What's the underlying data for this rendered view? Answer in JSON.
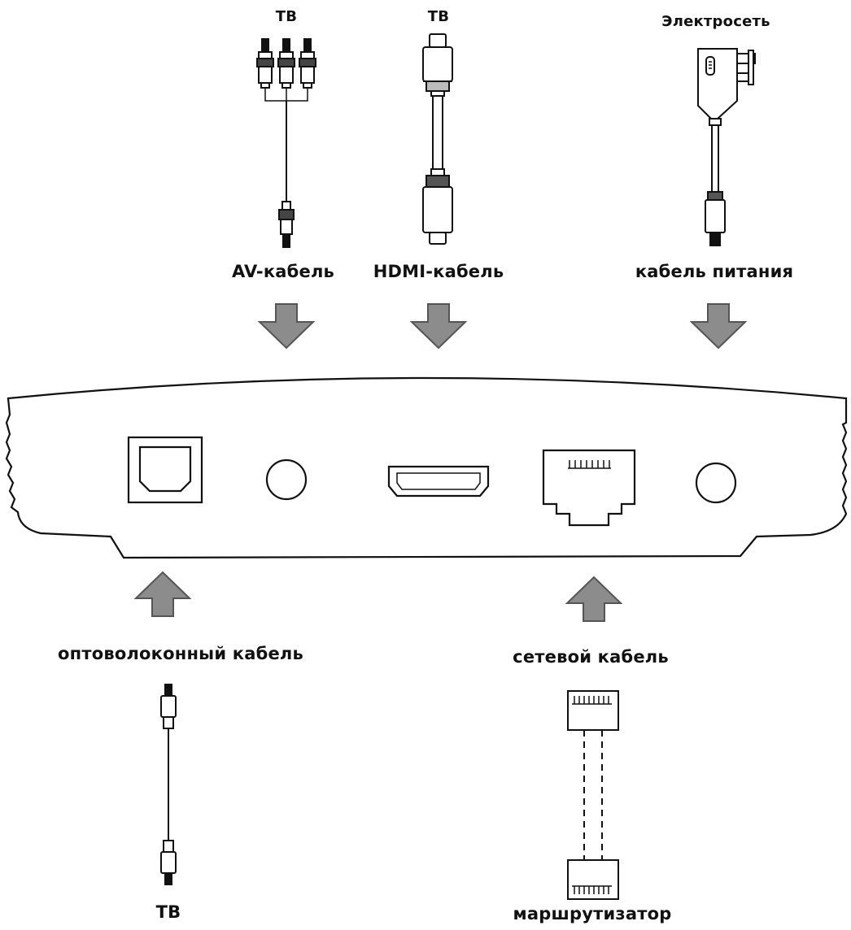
{
  "labels": {
    "top_tv_av": "ТВ",
    "top_tv_hdmi": "ТВ",
    "top_power_source": "Электросеть",
    "av_cable": "AV-кабель",
    "hdmi_cable": "HDMI-кабель",
    "power_cable": "кабель питания",
    "optical_cable": "оптоволоконный кабель",
    "network_cable": "сетевой кабель",
    "bottom_tv": "ТВ",
    "router": "маршрутизатор"
  },
  "colors": {
    "line": "#111111",
    "arrow_fill": "#8c8c8c",
    "arrow_stroke": "#555555",
    "background": "#ffffff"
  },
  "icons": {
    "av": "av-rca-cable-icon",
    "hdmi": "hdmi-cable-icon",
    "power": "power-plug-cable-icon",
    "optical": "optical-cable-icon",
    "network": "ethernet-cable-icon"
  }
}
